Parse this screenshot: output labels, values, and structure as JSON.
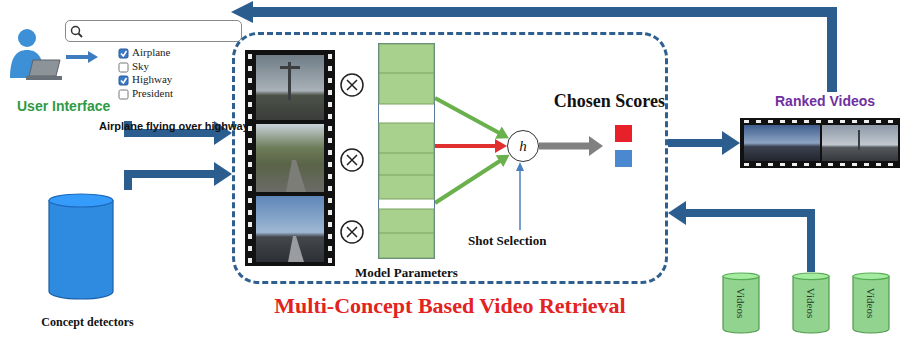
{
  "diagram": {
    "nodes": [
      {
        "text": [
          "User Interface"
        ]
      },
      {
        "text": [
          "Airplane flying over highway"
        ],
        "in": 0
      },
      {
        "text": [
          "Concept detectors"
        ]
      },
      {
        "text": [
          "Multi-Concept Based Video Retrieval"
        ]
      },
      {
        "text": [
          "Model Parameters"
        ],
        "in": 3
      },
      {
        "text": [
          "h"
        ],
        "in": 3
      },
      {
        "text": [
          "Chosen Scores"
        ],
        "in": 3
      },
      {
        "text": [
          "Ranked Videos"
        ]
      },
      {
        "text": [
          "Videos"
        ]
      },
      {
        "text": [
          "Videos"
        ]
      },
      {
        "text": [
          "Videos"
        ]
      }
    ],
    "edges": [
      {
        "from": 0,
        "to": 3,
        "arrow": "to"
      },
      {
        "from": 2,
        "to": 3,
        "arrow": "to"
      },
      {
        "from": 4,
        "to": 5,
        "arrow": "to"
      },
      {
        "from": 4,
        "to": 5,
        "arrow": "to"
      },
      {
        "from": 4,
        "to": 5,
        "arrow": "to"
      },
      {
        "from": 5,
        "to": 6,
        "arrow": "to"
      },
      {
        "from": 3,
        "to": 7,
        "arrow": "to"
      },
      {
        "from": 9,
        "to": 3,
        "arrow": "to"
      },
      {
        "from": 7,
        "to": 0,
        "arrow": "to"
      }
    ],
    "labels": [
      "Airplane",
      "Sky",
      "Highway",
      "President",
      "Shot Selection"
    ]
  }
}
